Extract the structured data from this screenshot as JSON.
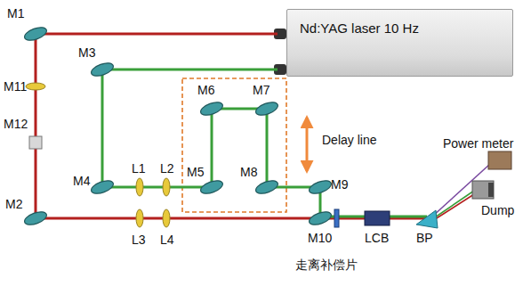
{
  "diagram": {
    "nodes": [
      {
        "text": [
          "Nd:YAG laser 10 Hz"
        ]
      }
    ],
    "labels": [
      "M1",
      "M3",
      "M11",
      "M12",
      "M6",
      "M7",
      "Delay line",
      "Power meter",
      "L1",
      "L2",
      "M4",
      "M5",
      "M8",
      "M9",
      "Dump",
      "M2",
      "L3",
      "L4",
      "M10",
      "LCB",
      "BP",
      "走离补偿片"
    ]
  }
}
